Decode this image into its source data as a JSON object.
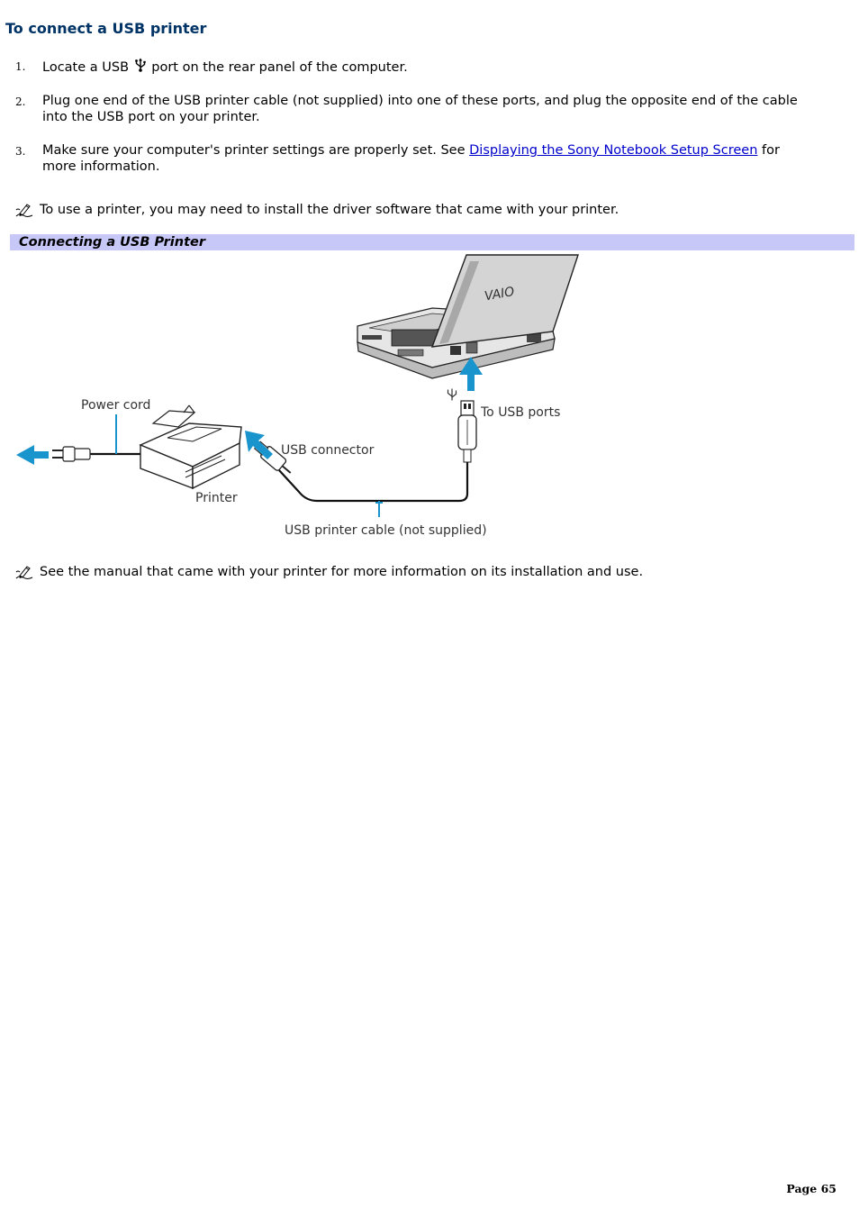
{
  "title": "To connect a USB printer",
  "steps": [
    {
      "num": "1.",
      "before": "Locate a USB",
      "icon": "usb-icon",
      "after": "port on the rear panel of the computer."
    },
    {
      "num": "2.",
      "text": "Plug one end of the USB printer cable (not supplied) into one of these ports, and plug the opposite end of the cable into the USB port on your printer."
    },
    {
      "num": "3.",
      "before": "Make sure your computer's printer settings are properly set. See",
      "link": "Displaying the Sony Notebook Setup Screen",
      "after": "for more information."
    }
  ],
  "note1": {
    "icon": "note-pen-icon",
    "text": "To use a printer, you may need to install the driver software that came with your printer."
  },
  "figure": {
    "caption": "Connecting a USB Printer",
    "labels": {
      "power_cord": "Power cord",
      "printer": "Printer",
      "usb_connector": "USB connector",
      "to_usb_ports": "To USB ports",
      "cable": "USB printer cable (not supplied)",
      "laptop_logo": "VAIO"
    }
  },
  "note2": {
    "icon": "note-pen-icon",
    "text": "See the manual that came with your printer for more information on its installation and use."
  },
  "footer": {
    "page": "Page 65"
  },
  "colors": {
    "title": "#003366",
    "caption_bg": "#c8c8f8",
    "link": "#0000cc",
    "arrow": "#1a94cc"
  }
}
